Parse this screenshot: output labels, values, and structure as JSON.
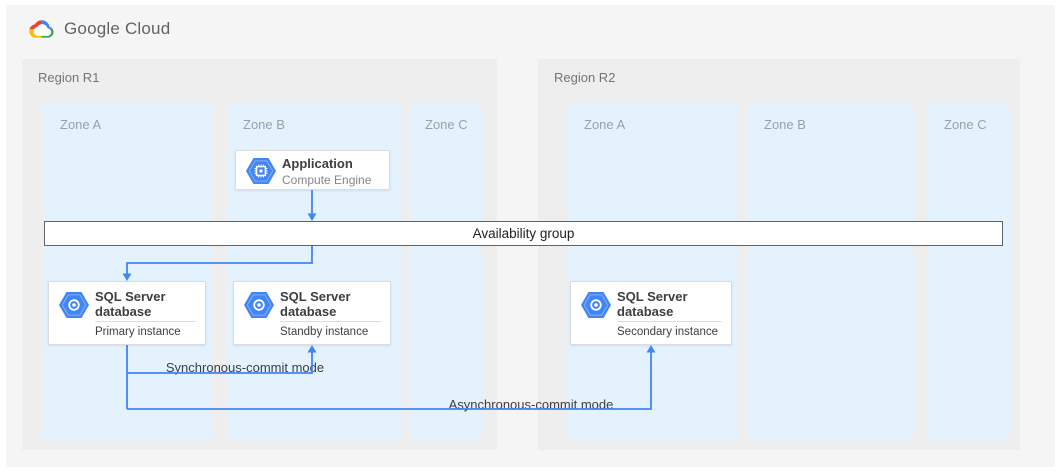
{
  "brand": {
    "name": "Google Cloud"
  },
  "palette": {
    "canvas": "#F5F5F5",
    "region_bg": "#EEEEEE",
    "zone_bg": "#E3F2FD",
    "arrow_blue": "#4285F4",
    "bar_border": "#5F6368",
    "google_red": "#EA4335",
    "google_blue": "#4285F4",
    "google_yellow": "#FBBC05",
    "google_green": "#34A853"
  },
  "regions": [
    {
      "label": "Region R1",
      "zones": [
        {
          "label": "Zone A"
        },
        {
          "label": "Zone B"
        },
        {
          "label": "Zone C"
        }
      ]
    },
    {
      "label": "Region R2",
      "zones": [
        {
          "label": "Zone A"
        },
        {
          "label": "Zone B"
        },
        {
          "label": "Zone C"
        }
      ]
    }
  ],
  "nodes": {
    "application": {
      "title": "Application",
      "subtitle": "Compute Engine",
      "icon": "compute-engine-icon"
    },
    "availability_group": {
      "label": "Availability group"
    },
    "sql_primary": {
      "title": "SQL Server database",
      "subtitle": "Primary instance",
      "icon": "cloud-sql-icon"
    },
    "sql_standby": {
      "title": "SQL Server database",
      "subtitle": "Standby instance",
      "icon": "cloud-sql-icon"
    },
    "sql_secondary": {
      "title": "SQL Server database",
      "subtitle": "Secondary instance",
      "icon": "cloud-sql-icon"
    }
  },
  "connections": {
    "sync_label": "Synchronous-commit mode",
    "async_label": "Asynchronous-commit mode"
  }
}
